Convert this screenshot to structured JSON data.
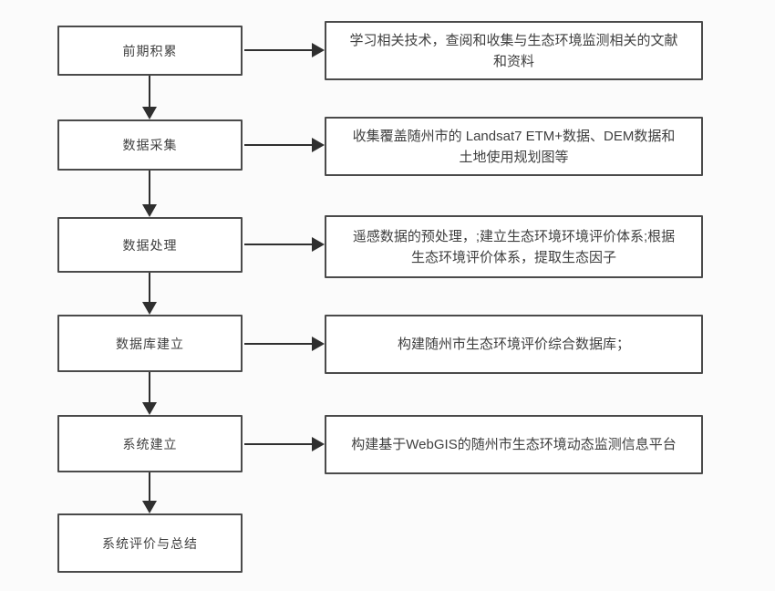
{
  "diagram": {
    "type": "flowchart",
    "colors": {
      "background": "#fbfbfb",
      "box_fill": "#ffffff",
      "border": "#4a4a4a",
      "arrow": "#2f2f2f",
      "text": "#3f3f3f"
    },
    "stages": [
      {
        "label": "前期积累",
        "detail": "学习相关技术，查阅和收集与生态环境监测相关的文献\n和资料"
      },
      {
        "label": "数据采集",
        "detail": "收集覆盖随州市的 Landsat7 ETM+数据、DEM数据和\n土地使用规划图等"
      },
      {
        "label": "数据处理",
        "detail": "遥感数据的预处理，;建立生态环境环境评价体系;根据\n生态环境评价体系，提取生态因子"
      },
      {
        "label": "数据库建立",
        "detail": "构建随州市生态环境评价综合数据库；"
      },
      {
        "label": "系统建立",
        "detail": "构建基于WebGIS的随州市生态环境动态监测信息平台"
      },
      {
        "label": "系统评价与总结",
        "detail": null
      }
    ]
  }
}
